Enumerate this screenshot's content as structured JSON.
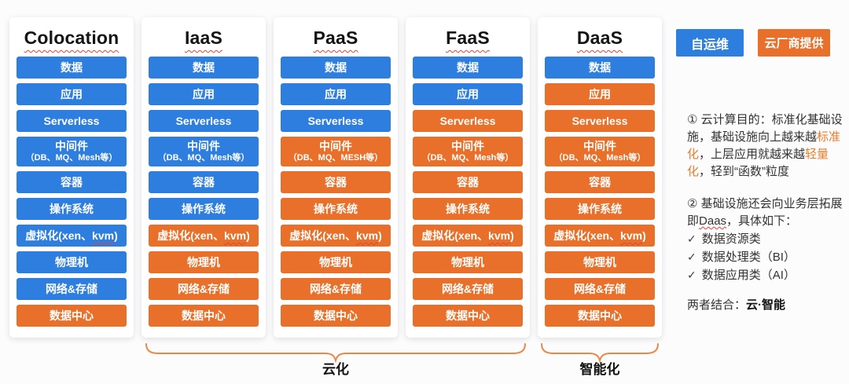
{
  "colors": {
    "blue": "#2E7EE0",
    "orange": "#E8702A",
    "brace": "#EA8746",
    "squiggle": "#D9443A",
    "note_highlight": "#ED7D2B"
  },
  "legend": {
    "self_op": "自运维",
    "vendor": "云厂商提供"
  },
  "columns": [
    {
      "id": "colocation",
      "title": "Colocation",
      "layers": [
        {
          "id": "data",
          "text": "数据",
          "color": "blue"
        },
        {
          "id": "app",
          "text": "应用",
          "color": "blue"
        },
        {
          "id": "serverless",
          "text": "Serverless",
          "color": "blue"
        },
        {
          "id": "middleware",
          "text": "中间件",
          "sub": "（DB、MQ、Mesh等）",
          "color": "blue"
        },
        {
          "id": "container",
          "text": "容器",
          "color": "blue"
        },
        {
          "id": "os",
          "text": "操作系统",
          "color": "blue"
        },
        {
          "id": "virtualization",
          "pre": "虚拟化(xen、",
          "wavy": "kvm",
          "post": ")",
          "color": "blue"
        },
        {
          "id": "physical-machine",
          "text": "物理机",
          "color": "blue"
        },
        {
          "id": "network-storage",
          "text": "网络&存储",
          "color": "blue"
        },
        {
          "id": "datacenter",
          "text": "数据中心",
          "color": "orange"
        }
      ]
    },
    {
      "id": "iaas",
      "title": "IaaS",
      "layers": [
        {
          "id": "data",
          "text": "数据",
          "color": "blue"
        },
        {
          "id": "app",
          "text": "应用",
          "color": "blue"
        },
        {
          "id": "serverless",
          "text": "Serverless",
          "color": "blue"
        },
        {
          "id": "middleware",
          "text": "中间件",
          "sub": "（DB、MQ、Mesh等）",
          "color": "blue"
        },
        {
          "id": "container",
          "text": "容器",
          "color": "blue"
        },
        {
          "id": "os",
          "text": "操作系统",
          "color": "blue"
        },
        {
          "id": "virtualization",
          "pre": "虚拟化(xen、",
          "wavy": "kvm",
          "post": ")",
          "color": "orange"
        },
        {
          "id": "physical-machine",
          "text": "物理机",
          "color": "orange"
        },
        {
          "id": "network-storage",
          "text": "网络&存储",
          "color": "orange"
        },
        {
          "id": "datacenter",
          "text": "数据中心",
          "color": "orange"
        }
      ]
    },
    {
      "id": "paas",
      "title": "PaaS",
      "layers": [
        {
          "id": "data",
          "text": "数据",
          "color": "blue"
        },
        {
          "id": "app",
          "text": "应用",
          "color": "blue"
        },
        {
          "id": "serverless",
          "text": "Serverless",
          "color": "blue"
        },
        {
          "id": "middleware",
          "text": "中间件",
          "sub": "（DB、MQ、MESH等）",
          "color": "orange"
        },
        {
          "id": "container",
          "text": "容器",
          "color": "orange"
        },
        {
          "id": "os",
          "text": "操作系统",
          "color": "orange"
        },
        {
          "id": "virtualization",
          "pre": "虚拟化(xen、",
          "wavy": "kvm",
          "post": ")",
          "color": "orange"
        },
        {
          "id": "physical-machine",
          "text": "物理机",
          "color": "orange"
        },
        {
          "id": "network-storage",
          "text": "网络&存储",
          "color": "orange"
        },
        {
          "id": "datacenter",
          "text": "数据中心",
          "color": "orange"
        }
      ]
    },
    {
      "id": "faas",
      "title": "FaaS",
      "layers": [
        {
          "id": "data",
          "text": "数据",
          "color": "blue"
        },
        {
          "id": "app",
          "text": "应用",
          "color": "blue"
        },
        {
          "id": "serverless",
          "text": "Serverless",
          "color": "orange"
        },
        {
          "id": "middleware",
          "text": "中间件",
          "sub": "（DB、MQ、Mesh等）",
          "color": "orange"
        },
        {
          "id": "container",
          "text": "容器",
          "color": "orange"
        },
        {
          "id": "os",
          "text": "操作系统",
          "color": "orange"
        },
        {
          "id": "virtualization",
          "pre": "虚拟化(xen、",
          "wavy": "kvm",
          "post": ")",
          "color": "orange"
        },
        {
          "id": "physical-machine",
          "text": "物理机",
          "color": "orange"
        },
        {
          "id": "network-storage",
          "text": "网络&存储",
          "color": "orange"
        },
        {
          "id": "datacenter",
          "text": "数据中心",
          "color": "orange"
        }
      ]
    },
    {
      "id": "daas",
      "title": "DaaS",
      "layers": [
        {
          "id": "data",
          "text": "数据",
          "color": "blue"
        },
        {
          "id": "app",
          "text": "应用",
          "color": "orange"
        },
        {
          "id": "serverless",
          "text": "Serverless",
          "color": "orange"
        },
        {
          "id": "middleware",
          "text": "中间件",
          "sub": "（DB、MQ、Mesh等）",
          "color": "orange"
        },
        {
          "id": "container",
          "text": "容器",
          "color": "orange"
        },
        {
          "id": "os",
          "text": "操作系统",
          "color": "orange"
        },
        {
          "id": "virtualization",
          "pre": "虚拟化(xen、",
          "wavy": "kvm",
          "post": ")",
          "color": "orange"
        },
        {
          "id": "physical-machine",
          "text": "物理机",
          "color": "orange"
        },
        {
          "id": "network-storage",
          "text": "网络&存储",
          "color": "orange"
        },
        {
          "id": "datacenter",
          "text": "数据中心",
          "color": "orange"
        }
      ]
    }
  ],
  "braces": [
    {
      "label": "云化"
    },
    {
      "label": "智能化"
    }
  ],
  "notes": {
    "note1_p1": "① 云计算目的：标准化基础设施，基础设施向上越来越",
    "note1_hl1": "标准化",
    "note1_p2": "，上层应用就越来越",
    "note1_hl2": "轻量化",
    "note1_p3": "，轻到“函数”粒度",
    "note2_p1": "② 基础设施还会向业务层拓展即",
    "note2_wavy": "Daas",
    "note2_p2": "，具体如下：",
    "check_icon": "✓",
    "checklist": [
      "数据资源类",
      "数据处理类（BI）",
      "数据应用类（AI）"
    ],
    "conclusion_prefix": "两者结合：",
    "conclusion_bold": "云·智能"
  }
}
